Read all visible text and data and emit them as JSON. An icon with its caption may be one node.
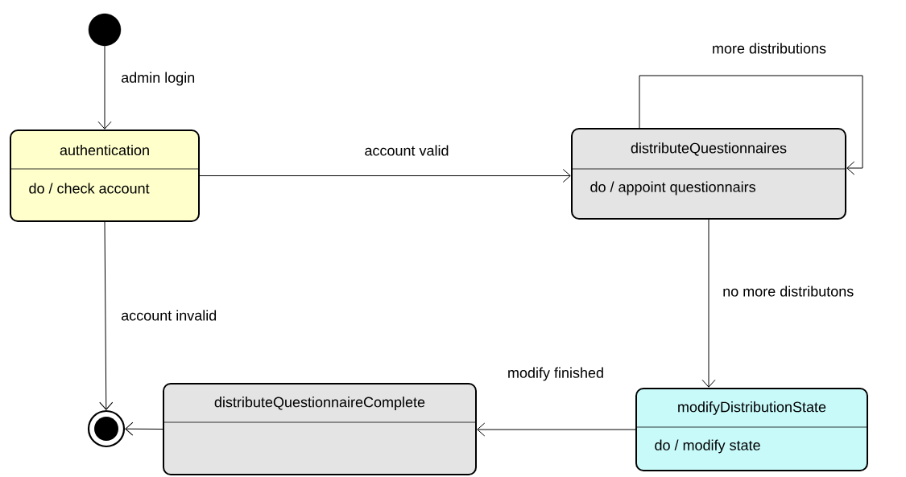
{
  "diagram": {
    "nodes": [
      {
        "text": [],
        "shape": "circle"
      },
      {
        "text": [
          "authentication",
          "do / check account"
        ]
      },
      {
        "text": [
          "distributeQuestionnaires",
          "do / appoint questionnairs"
        ]
      },
      {
        "text": [
          "modifyDistributionState",
          "do / modify state"
        ]
      },
      {
        "text": [
          "distributeQuestionnaireComplete"
        ]
      },
      {
        "text": [],
        "shape": "bullseye"
      }
    ],
    "edges": [
      {
        "from": 0,
        "to": 1,
        "arrow": "to",
        "label": "admin login"
      },
      {
        "from": 1,
        "to": 2,
        "arrow": "to",
        "label": "account valid"
      },
      {
        "from": 2,
        "to": 2,
        "arrow": "to",
        "label": "more distributions"
      },
      {
        "from": 2,
        "to": 3,
        "arrow": "to",
        "label": "no more distributons"
      },
      {
        "from": 3,
        "to": 4,
        "arrow": "to",
        "label": "modify finished"
      },
      {
        "from": 4,
        "to": 5,
        "arrow": "to"
      },
      {
        "from": 1,
        "to": 5,
        "arrow": "to",
        "label": "account invalid"
      }
    ]
  }
}
